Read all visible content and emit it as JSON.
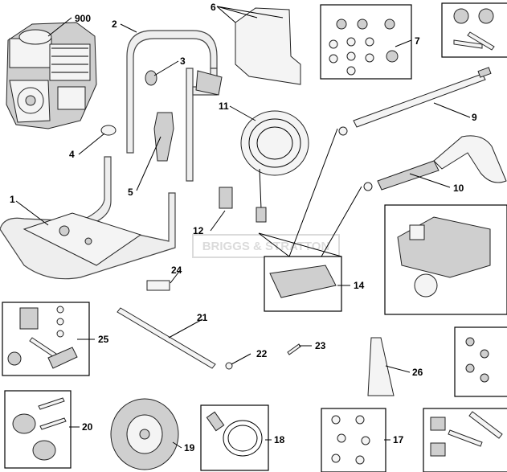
{
  "watermark": "BRIGGS & STRATTON",
  "callouts": [
    {
      "id": "c900",
      "label": "900"
    },
    {
      "id": "c2",
      "label": "2"
    },
    {
      "id": "c3",
      "label": "3"
    },
    {
      "id": "c4",
      "label": "4"
    },
    {
      "id": "c1",
      "label": "1"
    },
    {
      "id": "c5",
      "label": "5"
    },
    {
      "id": "c6",
      "label": "6"
    },
    {
      "id": "c7",
      "label": "7"
    },
    {
      "id": "c9",
      "label": "9"
    },
    {
      "id": "c10",
      "label": "10"
    },
    {
      "id": "c11",
      "label": "11"
    },
    {
      "id": "c12",
      "label": "12"
    },
    {
      "id": "c14",
      "label": "14"
    },
    {
      "id": "c24",
      "label": "24"
    },
    {
      "id": "c21",
      "label": "21"
    },
    {
      "id": "c22",
      "label": "22"
    },
    {
      "id": "c23",
      "label": "23"
    },
    {
      "id": "c25",
      "label": "25"
    },
    {
      "id": "c26",
      "label": "26"
    },
    {
      "id": "c20",
      "label": "20"
    },
    {
      "id": "c19",
      "label": "19"
    },
    {
      "id": "c18",
      "label": "18"
    },
    {
      "id": "c17",
      "label": "17"
    }
  ]
}
